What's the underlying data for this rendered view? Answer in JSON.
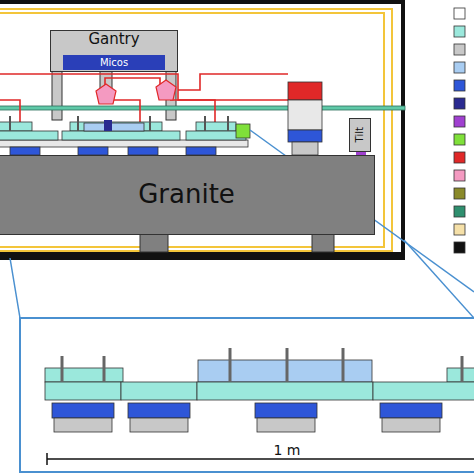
{
  "diagram": {
    "nodes": [
      {
        "text": [
          "Gantry"
        ]
      },
      {
        "text": [
          "Micos"
        ],
        "in": 0
      },
      {
        "text": [
          "Granite"
        ]
      },
      {
        "text": [
          "Tilt"
        ]
      }
    ],
    "labels": [
      "1 m"
    ]
  }
}
